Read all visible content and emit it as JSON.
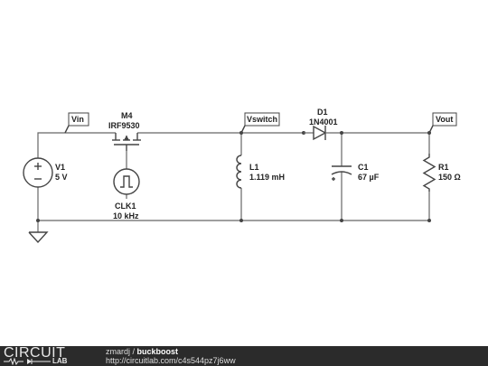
{
  "nets": {
    "vin": "Vin",
    "vswitch": "Vswitch",
    "vout": "Vout"
  },
  "components": {
    "v1": {
      "name": "V1",
      "value": "5 V"
    },
    "m4": {
      "name": "M4",
      "value": "IRF9530"
    },
    "clk1": {
      "name": "CLK1",
      "value": "10 kHz"
    },
    "l1": {
      "name": "L1",
      "value": "1.119 mH"
    },
    "d1": {
      "name": "D1",
      "value": "1N4001"
    },
    "c1": {
      "name": "C1",
      "value": "67 µF"
    },
    "r1": {
      "name": "R1",
      "value": "150 Ω"
    }
  },
  "footer": {
    "logo_text": "CIRCUIT",
    "logo_sub": "LAB",
    "author": "zmardj",
    "separator": " / ",
    "project": "buckboost",
    "url": "http://circuitlab.com/c4s544pz7j6ww"
  }
}
